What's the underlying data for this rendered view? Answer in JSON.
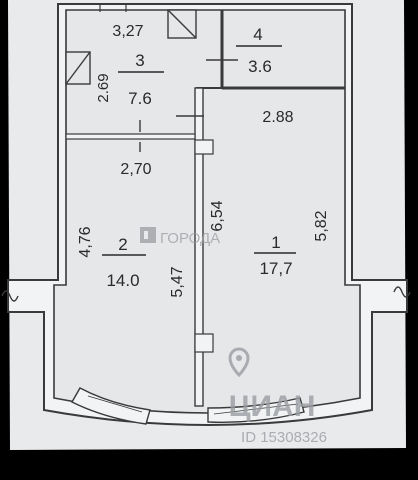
{
  "rooms": [
    {
      "number": "1",
      "area": "17,7"
    },
    {
      "number": "2",
      "area": "14.0"
    },
    {
      "number": "3",
      "area": "7.6"
    },
    {
      "number": "4",
      "area": "3.6"
    }
  ],
  "dimensions": [
    "3,27",
    "2.69",
    "2.88",
    "2,70",
    "6,54",
    "5,82",
    "4,76",
    "5,47"
  ],
  "watermarks": {
    "site_name": "ГОРОДА",
    "brand": "ЦИАН",
    "listing_id": "ID 15308326"
  },
  "colors": {
    "paper": "#e9eaec",
    "wall_fill": "#f2f3f4",
    "line": "#3a3a3a",
    "watermark": "#9a9da2"
  },
  "icons": [
    "logo-icon",
    "location-pin-icon"
  ]
}
